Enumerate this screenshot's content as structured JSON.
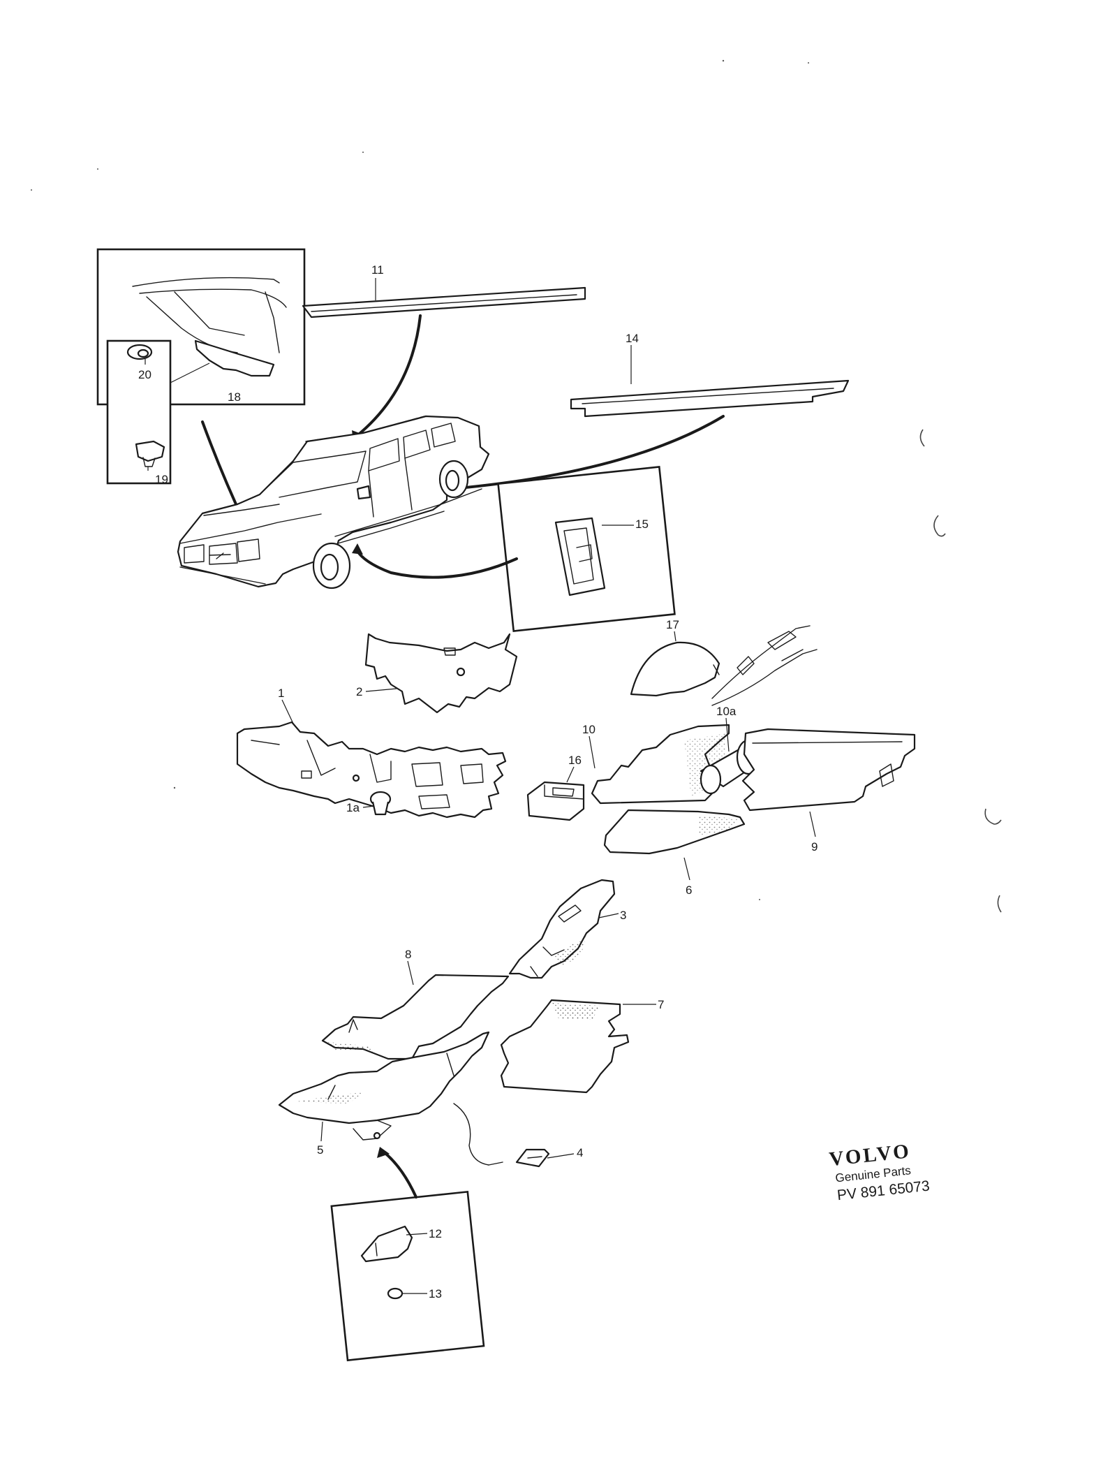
{
  "diagram": {
    "part_labels": {
      "p1": "1",
      "p1a": "1a",
      "p2": "2",
      "p3": "3",
      "p4": "4",
      "p5": "5",
      "p6": "6",
      "p7": "7",
      "p8": "8",
      "p9": "9",
      "p10": "10",
      "p10a": "10a",
      "p11": "11",
      "p12": "12",
      "p13": "13",
      "p14": "14",
      "p15": "15",
      "p16": "16",
      "p17": "17",
      "p18": "18",
      "p19": "19",
      "p20": "20"
    }
  },
  "branding": {
    "logo": "VOLVO",
    "subtitle": "Genuine Parts",
    "code": "PV 891 65073"
  }
}
